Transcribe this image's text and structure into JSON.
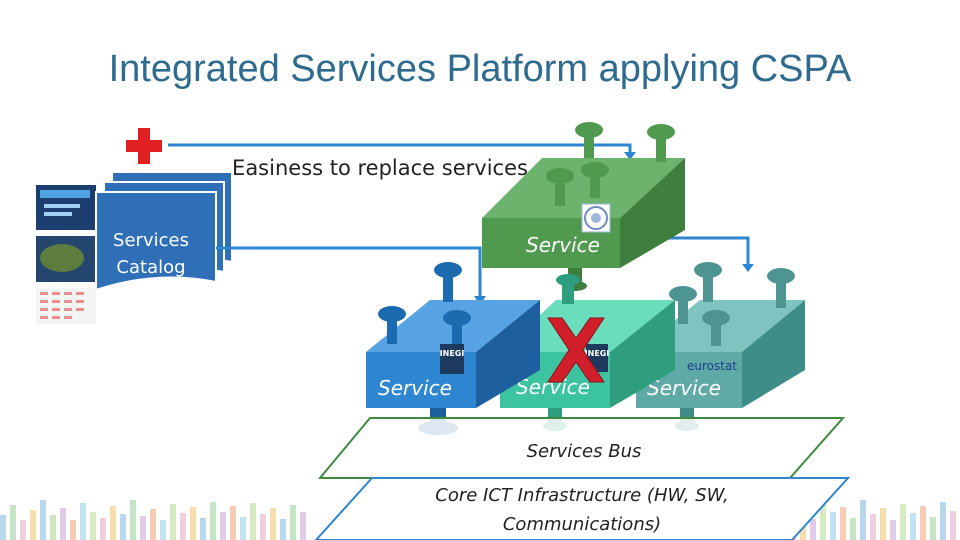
{
  "title": "Integrated Services Platform applying CSPA",
  "diagram": {
    "easiness_label": "Easiness to replace services",
    "catalog_label_line1": "Services",
    "catalog_label_line2": "Catalog",
    "service_green": "Service",
    "service_blue": "Service",
    "service_teal": "Service",
    "service_gray": "Service",
    "bus_label": "Services Bus",
    "core_line1": "Core ICT Infrastructure (HW, SW,",
    "core_line2": "Communications)",
    "logo_inegi": "INEGI",
    "logo_eurostat": "eurostat"
  },
  "colors": {
    "title": "#2E6B8E",
    "green": "#4F9A4F",
    "blue": "#2E86D1",
    "teal": "#3CC3A0",
    "gray_teal": "#5FA9A6",
    "catalog": "#2F6FB7",
    "plus": "#E02020",
    "cross": "#D01E2A"
  }
}
